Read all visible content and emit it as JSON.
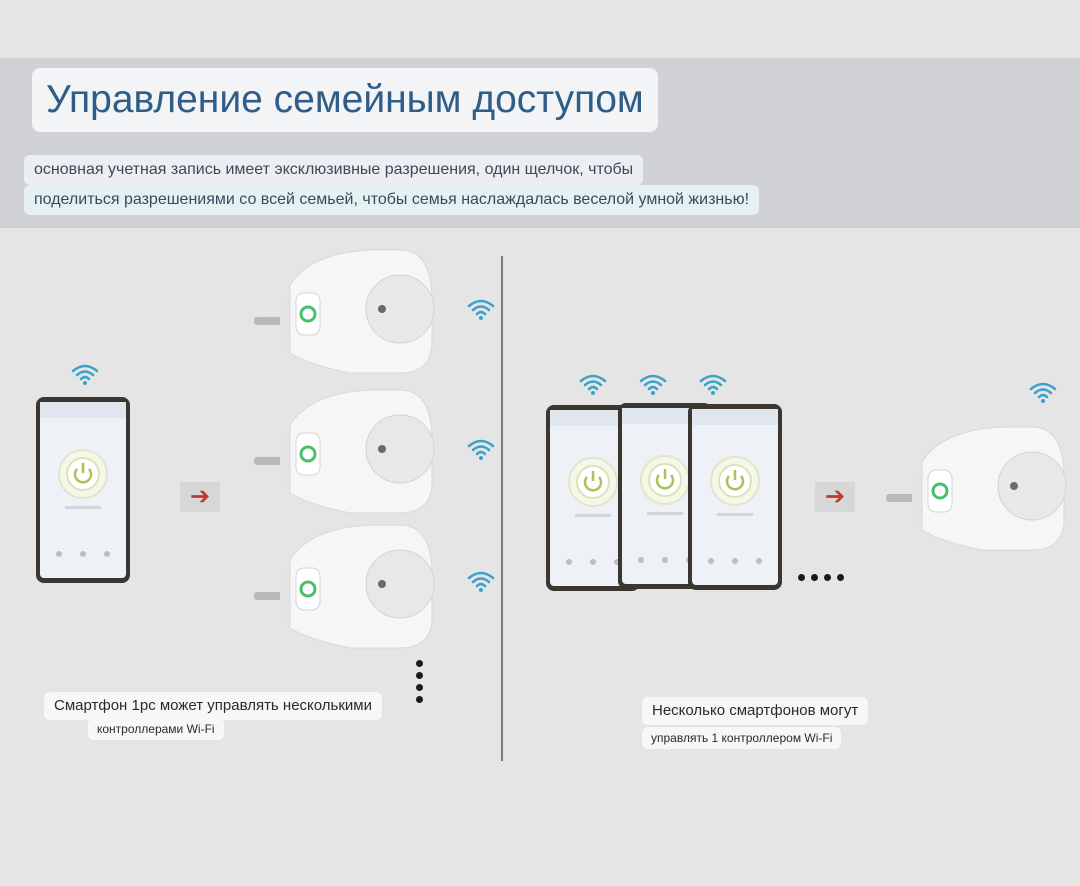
{
  "header": {
    "title": "Управление семейным доступом",
    "subtitle_line1": "основная учетная запись имеет эксклюзивные разрешения, один щелчок, чтобы",
    "subtitle_line2": "поделиться разрешениями со всей семьей, чтобы семья наслаждалась веселой умной жизнью!"
  },
  "left_panel": {
    "caption_line1": "Смартфон 1pc может управлять несколькими",
    "caption_line2": "контроллерами Wi-Fi"
  },
  "right_panel": {
    "caption_line1": "Несколько смартфонов могут",
    "caption_line2": "управлять 1 контроллером Wi-Fi"
  },
  "icons": {
    "wifi": "wifi-icon",
    "arrow": "arrow-right-icon",
    "power": "power-icon",
    "phone": "smartphone-illustration",
    "plug": "smart-plug-illustration"
  },
  "colors": {
    "title": "#2f5d87",
    "arrow": "#c23636",
    "wifi": "#3aa1c9",
    "plug_led": "#49c06a"
  }
}
